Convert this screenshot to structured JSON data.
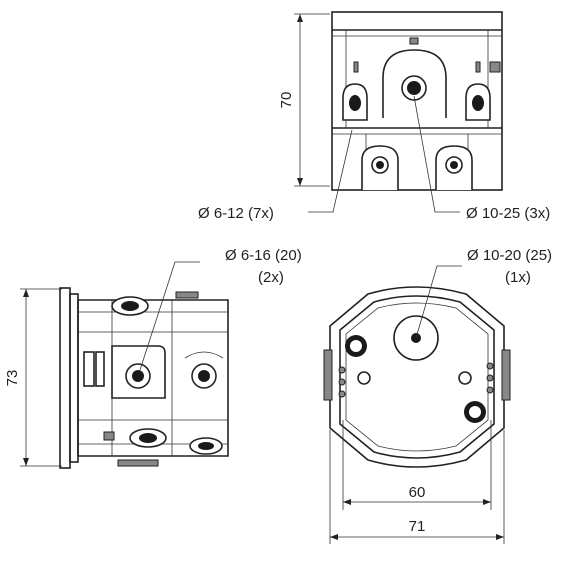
{
  "labels": {
    "top_left": "Ø 6-12 (7x)",
    "top_right": "Ø 10-25 (3x)",
    "mid_left_line1": "Ø 6-16 (20)",
    "mid_left_line2": "(2x)",
    "mid_right_line1": "Ø 10-20 (25)",
    "mid_right_line2": "(1x)"
  },
  "dimensions": {
    "height_top": "70",
    "height_side": "73",
    "inner_width": "60",
    "outer_width": "71"
  }
}
